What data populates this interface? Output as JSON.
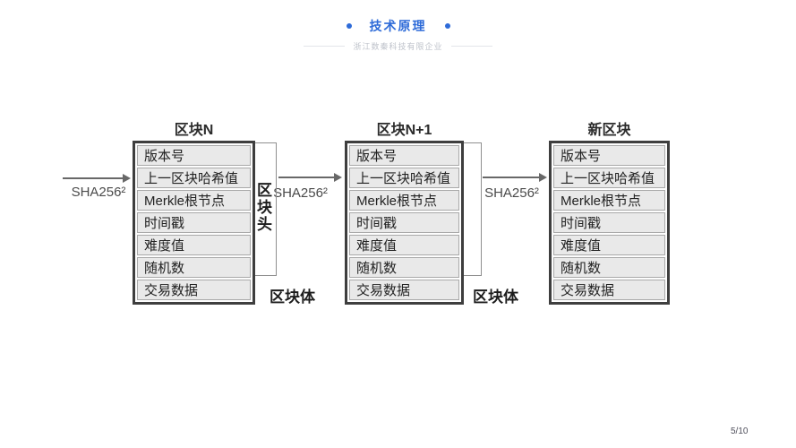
{
  "header": {
    "title": "技术原理",
    "subtitle": "浙江数秦科技有限企业"
  },
  "diagram": {
    "sha_label": "SHA256²",
    "block_header_label": "区块头",
    "block_body_label": "区块体",
    "row_labels": [
      "版本号",
      "上一区块哈希值",
      "Merkle根节点",
      "时间戳",
      "难度值",
      "随机数",
      "交易数据"
    ],
    "blocks": [
      {
        "title": "区块N"
      },
      {
        "title": "区块N+1"
      },
      {
        "title": "新区块"
      }
    ]
  },
  "footer": {
    "page_indicator": "5/10"
  },
  "colors": {
    "accent_blue": "#2e6bd8",
    "subtitle_gray": "#bfc3cb",
    "block_border": "#3e3e3e",
    "row_fill": "#e9e9e9",
    "arrow_gray": "#686868"
  }
}
